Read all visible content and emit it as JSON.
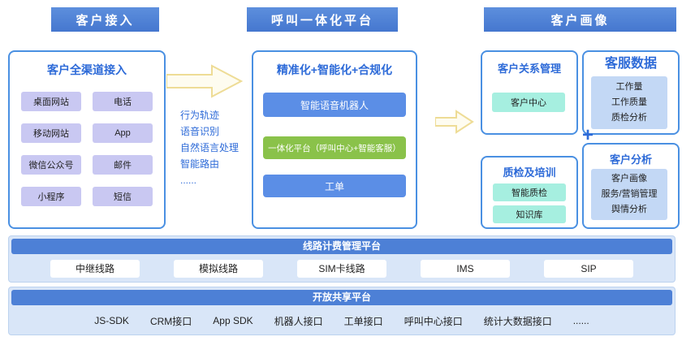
{
  "banners": {
    "access": "客户接入",
    "platform": "呼叫一体化平台",
    "profile": "客户画像"
  },
  "access_box": {
    "title": "客户全渠道接入",
    "items": [
      "桌面网站",
      "电话",
      "移动网站",
      "App",
      "微信公众号",
      "邮件",
      "小程序",
      "短信"
    ]
  },
  "process_notes": {
    "items": [
      "行为轨迹",
      "语音识别",
      "自然语言处理",
      "智能路由",
      "......"
    ]
  },
  "platform_box": {
    "title": "精准化+智能化+合规化",
    "robot": "智能语音机器人",
    "integrated": "一体化平台（呼叫中心+智能客服）",
    "ticket": "工单"
  },
  "crm_box": {
    "title": "客户关系管理",
    "center": "客户中心"
  },
  "service_data_box": {
    "title": "客服数据",
    "items": [
      "工作量",
      "工作质量",
      "质检分析"
    ]
  },
  "plus_sign": "+",
  "qc_box": {
    "title": "质检及培训",
    "items": [
      "智能质检",
      "知识库"
    ]
  },
  "analysis_box": {
    "title": "客户分析",
    "items": [
      "客户画像",
      "服务/营销管理",
      "舆情分析"
    ]
  },
  "billing_bar": {
    "title": "线路计费管理平台",
    "items": [
      "中继线路",
      "模拟线路",
      "SIM卡线路",
      "IMS",
      "SIP"
    ]
  },
  "open_bar": {
    "title": "开放共享平台",
    "items": [
      "JS-SDK",
      "CRM接口",
      "App SDK",
      "机器人接口",
      "工单接口",
      "呼叫中心接口",
      "统计大数据接口",
      "......"
    ]
  },
  "colors": {
    "banner_blue": "#4d80d6",
    "box_border": "#4a90e2",
    "title_blue": "#2e6bd8",
    "chip_lavender": "#c9c8f2",
    "chip_cyan": "#a6efe0",
    "block_lightblue": "#c3d8f5",
    "btn_blue": "#5b8ee6",
    "btn_green": "#8ac24a",
    "bar_bg": "#d9e6f8",
    "arrow_stroke": "#eedc96"
  }
}
